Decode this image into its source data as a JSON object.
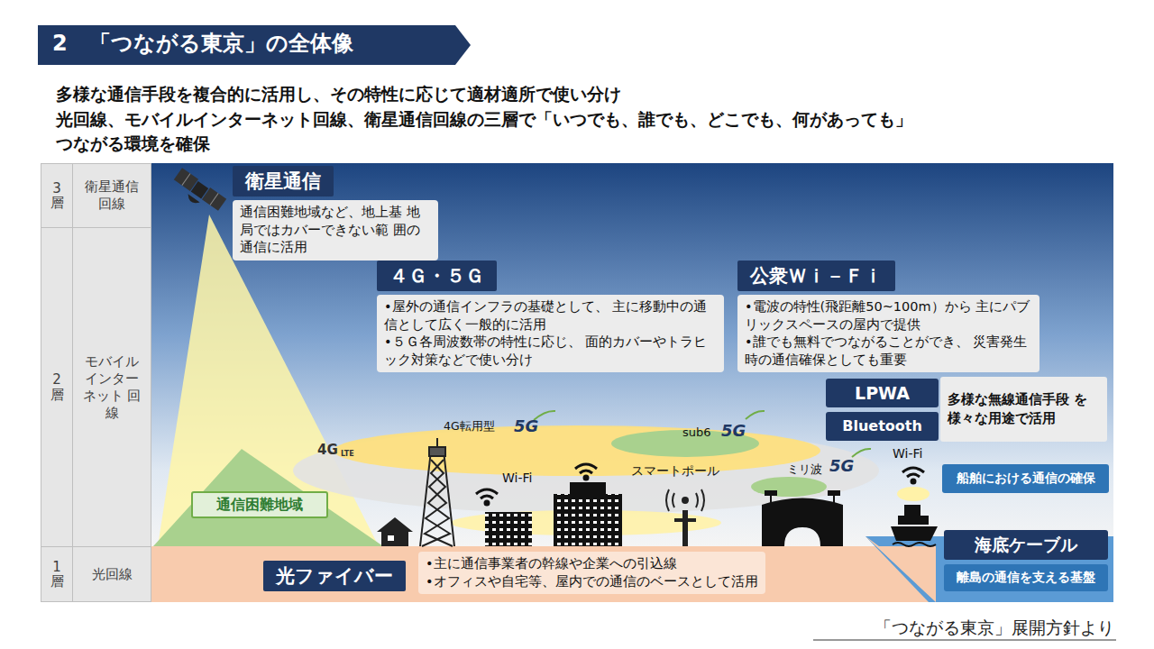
{
  "diagram": {
    "title": "2　「つながる東京」の全体像",
    "caption": "「つながる東京」展開方針より",
    "nodes": [
      {
        "text": [
          "3 層"
        ]
      },
      {
        "text": [
          "衛星通信 回線"
        ]
      },
      {
        "text": [
          "2 層"
        ]
      },
      {
        "text": [
          "モバイル インター ネット 回線"
        ]
      },
      {
        "text": [
          "1 層"
        ]
      },
      {
        "text": [
          "光回線"
        ]
      },
      {
        "text": [
          "衛星通信",
          "通信困難地域など、地上基 地局ではカバーできない範 囲の通信に活用"
        ]
      },
      {
        "text": [
          "４Ｇ・５Ｇ",
          "•屋外の通信インフラの基礎として、 主に移動中の通信として広く一般的に活用",
          "•５Ｇ各周波数帯の特性に応じ、 面的カバーやトラヒック対策などで使い分け"
        ]
      },
      {
        "text": [
          "公衆Ｗｉ－Ｆｉ",
          "•電波の特性(飛距離50~100m）から 主にパブリックスペースの屋内で提供",
          "•誰でも無料でつながることができ、 災害発生時の通信確保としても重要"
        ]
      },
      {
        "text": [
          "LPWA"
        ]
      },
      {
        "text": [
          "Bluetooth"
        ]
      },
      {
        "text": [
          "多様な無線通信手段 を様々な用途で活用"
        ]
      },
      {
        "text": [
          "船舶における通信の確保"
        ]
      },
      {
        "text": [
          "通信困難地域"
        ]
      },
      {
        "text": [
          "光ファイバー",
          "•主に通信事業者の幹線や企業への引込線",
          "•オフィスや自宅等、屋内での通信のベースとして活用"
        ]
      },
      {
        "text": [
          "海底ケーブル"
        ]
      },
      {
        "text": [
          "離島の通信を支える基盤"
        ]
      }
    ],
    "labels": [
      "多様な通信手段を複合的に活用し、その特性に応じて適材適所で使い分け",
      "光回線、モバイルインターネット回線、衛星通信回線の三層で「いつでも、誰でも、どこでも、何があっても」",
      "つながる環境を確保",
      "4G",
      "LTE",
      "4G転用型",
      "5G",
      "sub6",
      "5G",
      "Wi-Fi",
      "スマートポール",
      "ミリ波",
      "5G",
      "Wi-Fi"
    ]
  }
}
